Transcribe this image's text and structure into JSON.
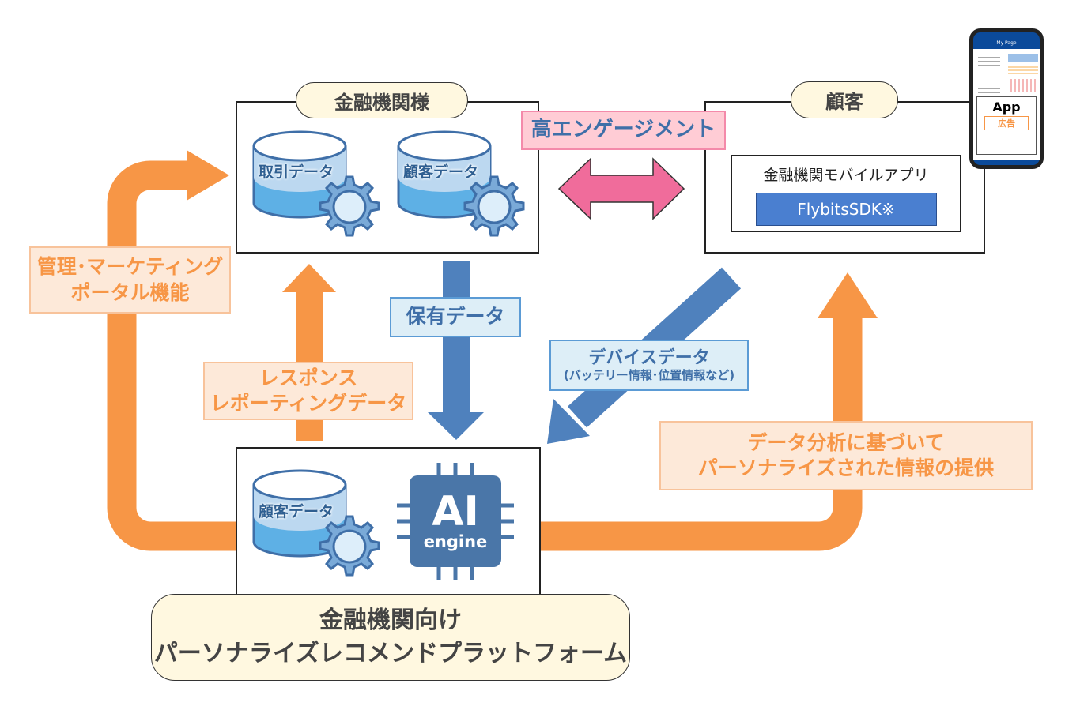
{
  "institution": {
    "title": "金融機関様",
    "db1": "取引データ",
    "db2": "顧客データ"
  },
  "customer": {
    "title": "顧客",
    "app_title": "金融機関モバイルアプリ",
    "sdk_label": "FlybitsSDK※"
  },
  "phone": {
    "header": "My Page",
    "app": "App",
    "ad": "広告"
  },
  "engagement": "高エンゲージメント",
  "holding_data": "保有データ",
  "device_data": {
    "line1": "デバイスデータ",
    "line2": "(バッテリー情報･位置情報など)"
  },
  "mgmt": {
    "line1": "管理･マーケティング",
    "line2": "ポータル機能"
  },
  "response": {
    "line1": "レスポンス",
    "line2": "レポーティングデータ"
  },
  "personalized": {
    "line1": "データ分析に基づいて",
    "line2": "パーソナライズされた情報の提供"
  },
  "platform": {
    "db": "顧客データ",
    "ai": "AI",
    "engine": "engine",
    "line1": "金融機関向け",
    "line2": "パーソナライズレコメンドプラットフォーム"
  },
  "colors": {
    "orange": "#f79646",
    "blue": "#4f81bd",
    "pink": "#f06c9b",
    "navy": "#0b4a9a"
  }
}
